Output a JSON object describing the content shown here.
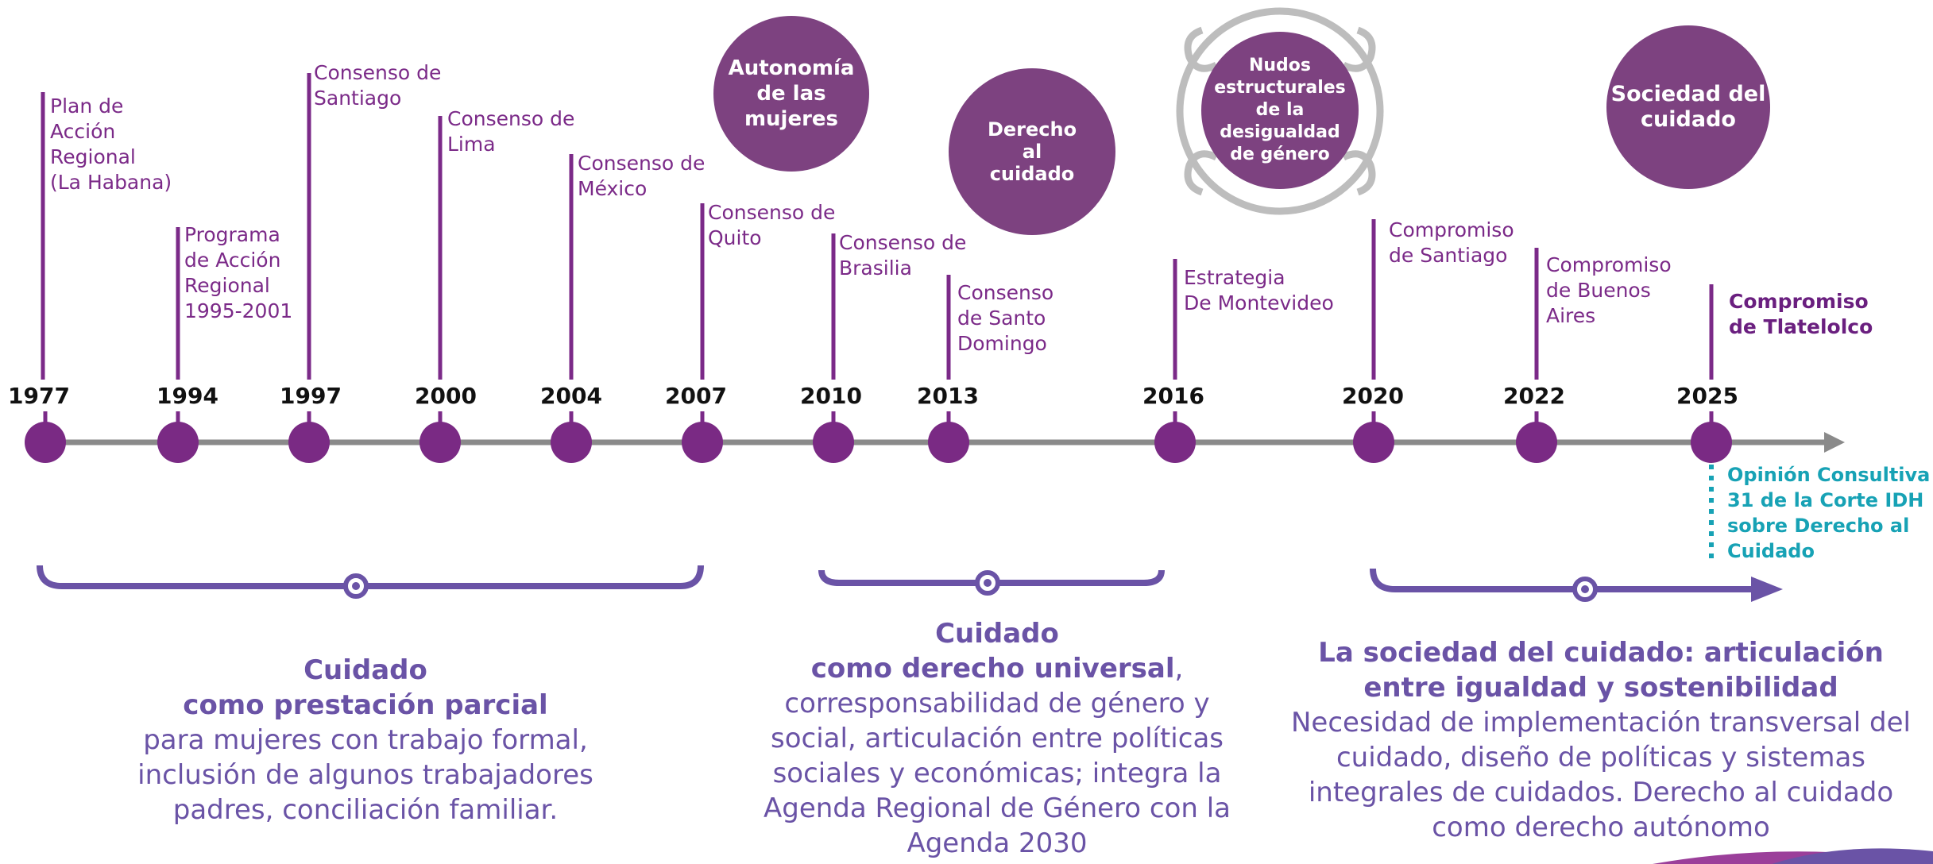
{
  "timeline": {
    "events": [
      {
        "year": "1977",
        "label": "Plan de\nAcción\nRegional\n(La Habana)"
      },
      {
        "year": "1994",
        "label": "Programa\nde Acción\nRegional\n1995-2001"
      },
      {
        "year": "1997",
        "label": "Consenso de\nSantiago"
      },
      {
        "year": "2000",
        "label": "Consenso de\nLima"
      },
      {
        "year": "2004",
        "label": "Consenso de\nMéxico"
      },
      {
        "year": "2007",
        "label": "Consenso de\nQuito"
      },
      {
        "year": "2010",
        "label": "Consenso de\nBrasilia"
      },
      {
        "year": "2013",
        "label": "Consenso\nde Santo\nDomingo"
      },
      {
        "year": "2016",
        "label": "Estrategia\nDe Montevideo"
      },
      {
        "year": "2020",
        "label": "Compromiso\nde Santiago"
      },
      {
        "year": "2022",
        "label": "Compromiso\nde Buenos\nAires"
      },
      {
        "year": "2025",
        "label": "Compromiso\nde Tlatelolco"
      }
    ],
    "opinion_consultiva": "Opinión Consultiva\n31 de la Corte IDH\nsobre Derecho al\nCuidado"
  },
  "concept_circles": [
    {
      "label": "Autonomía\nde las\nmujeres"
    },
    {
      "label": "Derecho\nal\ncuidado"
    },
    {
      "label": "Nudos\nestructurales\nde la\ndesigualdad\nde género"
    },
    {
      "label": "Sociedad del\ncuidado"
    }
  ],
  "phases": [
    {
      "title": "Cuidado",
      "subtitle": "como prestación parcial",
      "body": "para mujeres con trabajo formal, inclusión de algunos trabajadores padres, conciliación familiar."
    },
    {
      "title": "Cuidado",
      "subtitle": "como derecho universal",
      "subtitle_suffix": ",",
      "body": "corresponsabilidad de género y social, articulación entre políticas sociales y económicas; integra la Agenda Regional de Género con la Agenda 2030"
    },
    {
      "title": "La sociedad del cuidado: articulación entre igualdad y sostenibilidad",
      "body": "Necesidad de implementación transversal del cuidado, diseño de políticas y sistemas integrales de cuidados. Derecho al cuidado como derecho autónomo"
    }
  ],
  "colors": {
    "event_purple": "#7b2a88",
    "dot_purple": "#7a2a84",
    "circle_purple": "#7d4280",
    "axis_gray": "#8a8a8a",
    "phase_purple": "#6a53a6",
    "teal": "#17a2b5"
  }
}
